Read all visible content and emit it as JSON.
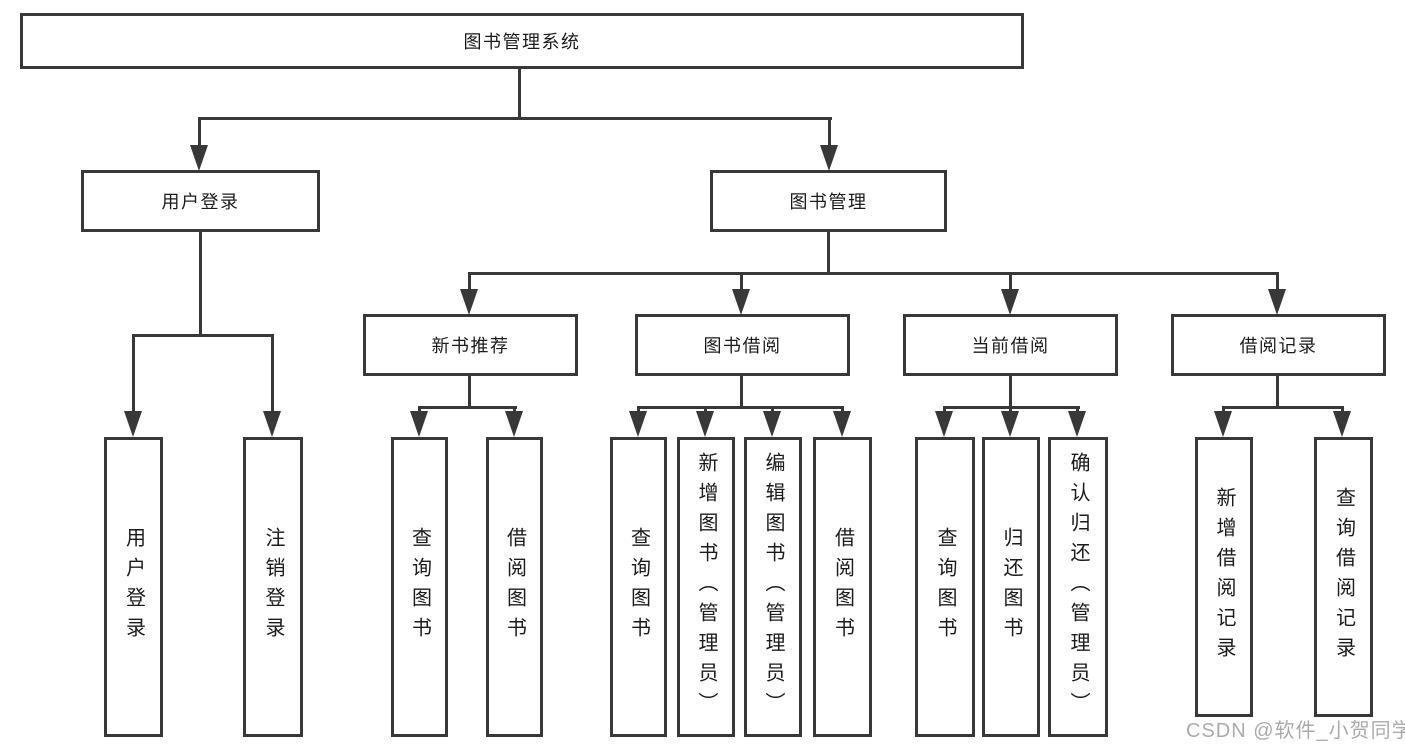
{
  "diagram": {
    "root": {
      "label": "图书管理系统"
    },
    "branches": [
      {
        "label": "用户登录",
        "children": [
          {
            "label": "用户登录"
          },
          {
            "label": "注销登录"
          }
        ]
      },
      {
        "label": "图书管理",
        "children": [
          {
            "label": "新书推荐",
            "children": [
              {
                "label": "查询图书"
              },
              {
                "label": "借阅图书"
              }
            ]
          },
          {
            "label": "图书借阅",
            "children": [
              {
                "label": "查询图书"
              },
              {
                "label": "新增图书（管理员）"
              },
              {
                "label": "编辑图书（管理员）"
              },
              {
                "label": "借阅图书"
              }
            ]
          },
          {
            "label": "当前借阅",
            "children": [
              {
                "label": "查询图书"
              },
              {
                "label": "归还图书"
              },
              {
                "label": "确认归还（管理员）"
              }
            ]
          },
          {
            "label": "借阅记录",
            "children": [
              {
                "label": "新增借阅记录"
              },
              {
                "label": "查询借阅记录"
              }
            ]
          }
        ]
      }
    ]
  },
  "watermark": {
    "text": "CSDN @软件_小贺同学"
  },
  "colors": {
    "line": "#383838",
    "text": "#1b1b1b",
    "background": "#ffffff",
    "watermark": "#ababab"
  }
}
